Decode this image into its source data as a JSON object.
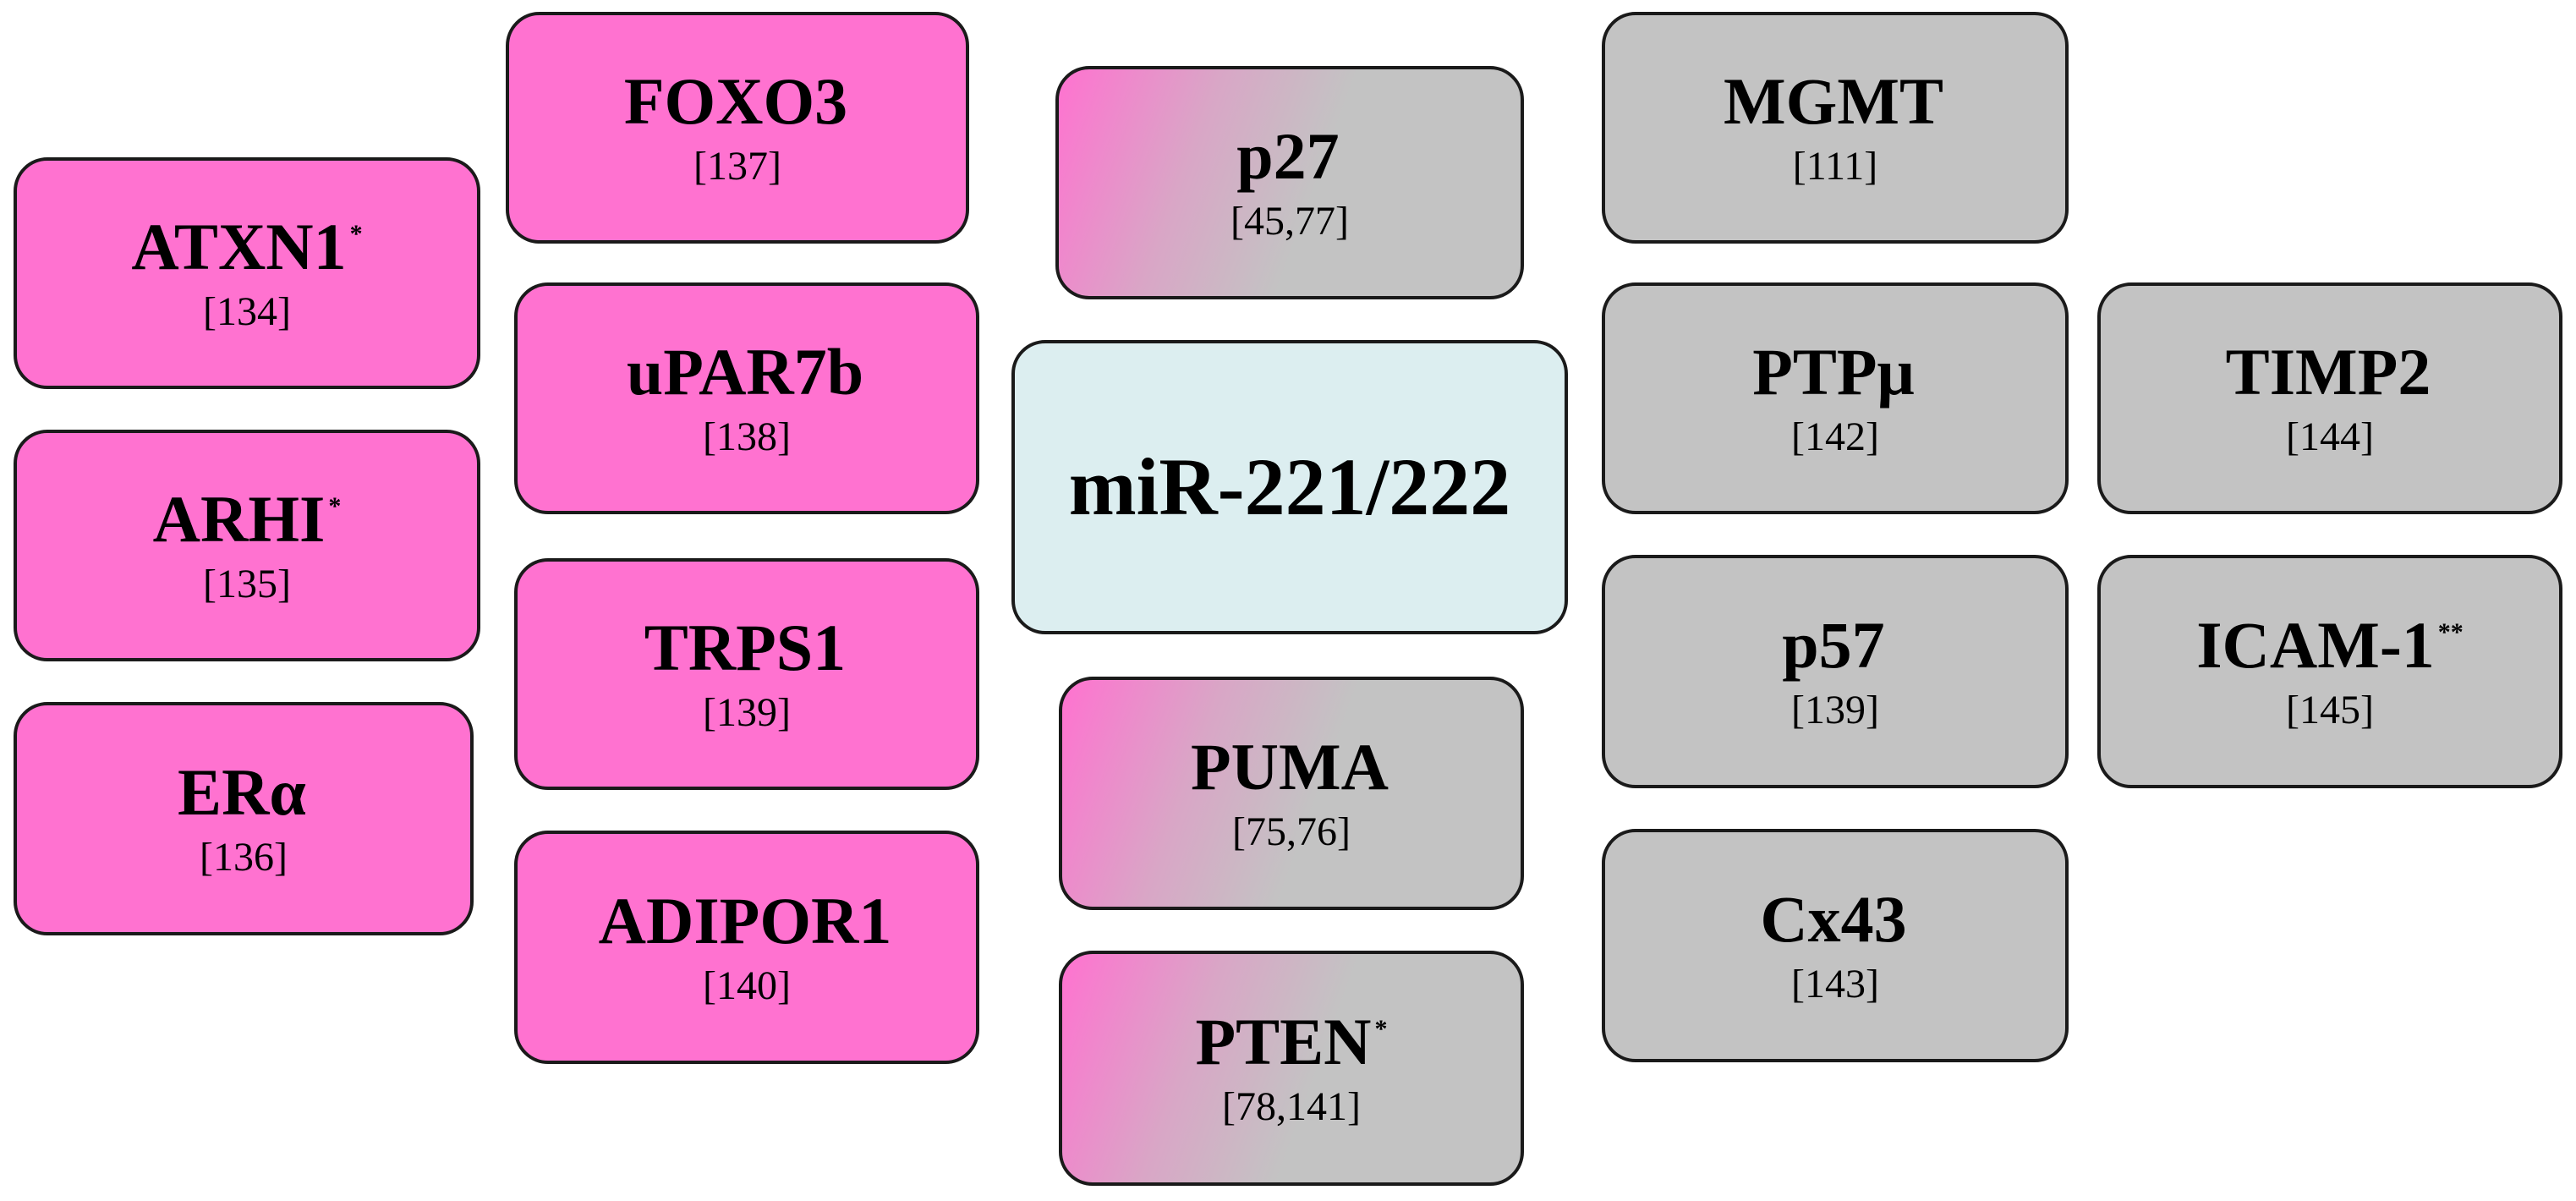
{
  "center": {
    "label": "miR-221/222"
  },
  "nodes": [
    {
      "id": "atxn1",
      "name": "ATXN1",
      "mark": "*",
      "ref": "[134]"
    },
    {
      "id": "arhi",
      "name": "ARHI",
      "mark": "*",
      "ref": "[135]"
    },
    {
      "id": "era",
      "name": "ERα",
      "mark": "",
      "ref": "[136]"
    },
    {
      "id": "foxo3",
      "name": "FOXO3",
      "mark": "",
      "ref": "[137]"
    },
    {
      "id": "upar7b",
      "name": "uPAR7b",
      "mark": "",
      "ref": "[138]"
    },
    {
      "id": "trps1",
      "name": "TRPS1",
      "mark": "",
      "ref": "[139]"
    },
    {
      "id": "adipor1",
      "name": "ADIPOR1",
      "mark": "",
      "ref": "[140]"
    },
    {
      "id": "p27",
      "name": "p27",
      "mark": "",
      "ref": "[45,77]"
    },
    {
      "id": "puma",
      "name": "PUMA",
      "mark": "",
      "ref": "[75,76]"
    },
    {
      "id": "pten",
      "name": "PTEN",
      "mark": "*",
      "ref": "[78,141]"
    },
    {
      "id": "mgmt",
      "name": "MGMT",
      "mark": "",
      "ref": "[111]"
    },
    {
      "id": "ptpmu",
      "name": "PTPμ",
      "mark": "",
      "ref": "[142]"
    },
    {
      "id": "p57",
      "name": "p57",
      "mark": "",
      "ref": "[139]"
    },
    {
      "id": "cx43",
      "name": "Cx43",
      "mark": "",
      "ref": "[143]"
    },
    {
      "id": "timp2",
      "name": "TIMP2",
      "mark": "",
      "ref": "[144]"
    },
    {
      "id": "icam1",
      "name": "ICAM-1",
      "mark": "**",
      "ref": "[145]"
    }
  ],
  "colors": {
    "pink": "#ff72d0",
    "gray": "#c3c3c3",
    "center": "#dceef0",
    "border": "#1a1a1a"
  }
}
